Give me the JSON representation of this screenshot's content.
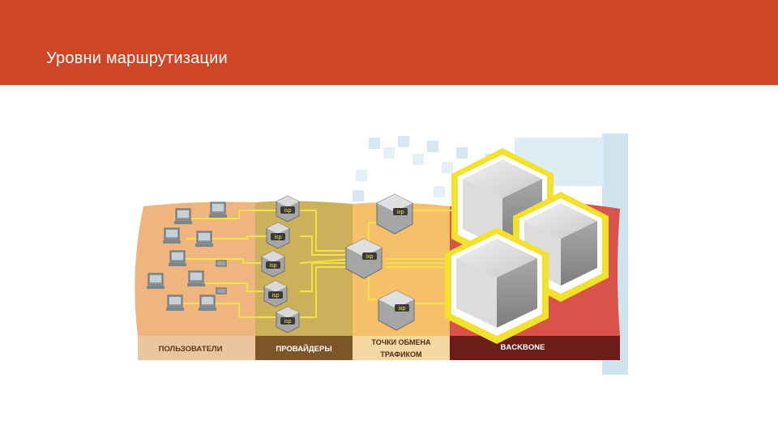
{
  "slide": {
    "title": "Уровни маршрутизации"
  },
  "diagram": {
    "colors": {
      "users": "#efb57e",
      "providers": "#cdb05a",
      "ixp": "#f6c06a",
      "backbone": "#d9534a",
      "cable": "#f2e24a",
      "glow": "#f3e12b",
      "label_users": "#eac59d",
      "label_providers": "#7d5526",
      "label_ixp": "#f4d7a2",
      "label_backbone": "#6d1d18"
    },
    "sections": [
      {
        "label": "ПОЛЬЗОВАТЕЛИ"
      },
      {
        "label": "ПРОВАЙДЕРЫ"
      },
      {
        "label_line1": "ТОЧКИ ОБМЕНА",
        "label_line2": "ТРАФИКОМ"
      },
      {
        "label": "BACKBONE"
      }
    ],
    "isp_nodes": [
      "isp",
      "isp",
      "isp",
      "isp",
      "isp"
    ],
    "ixp_nodes": [
      "ixp",
      "ixp",
      "ixp"
    ]
  }
}
